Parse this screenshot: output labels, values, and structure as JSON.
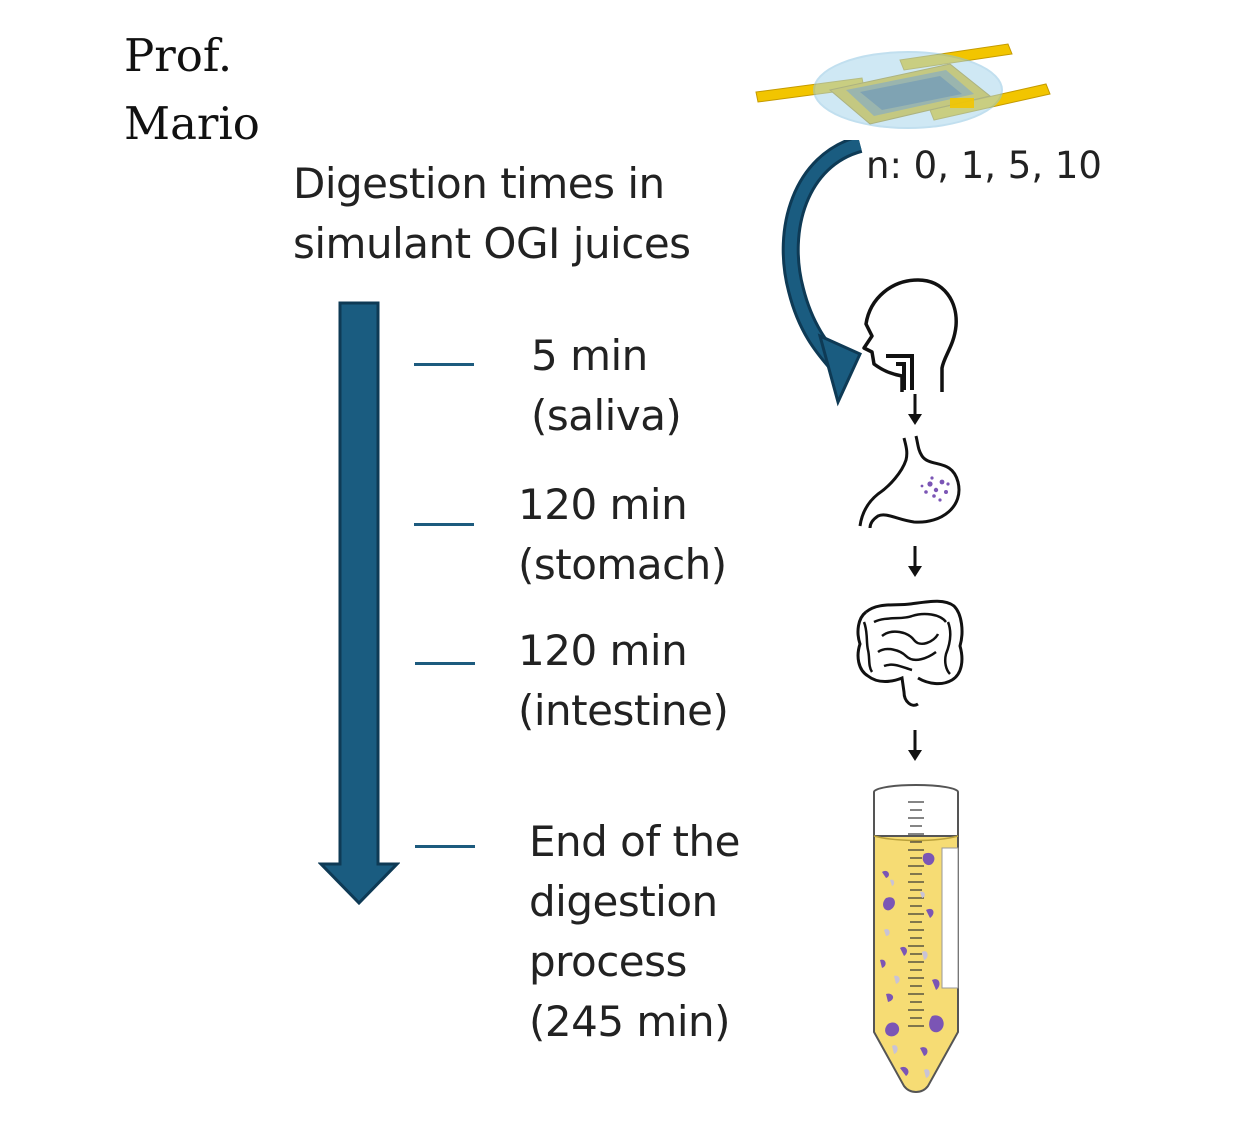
{
  "author": {
    "line1": "Prof.",
    "line2": "Mario"
  },
  "diagram": {
    "title_line1": "Digestion times in",
    "title_line2": "simulant OGI juices",
    "cycles_label": "n: 0, 1, 5, 10",
    "stages": [
      {
        "line1": "5 min",
        "line2": "(saliva)"
      },
      {
        "line1": "120 min",
        "line2": "(stomach)"
      },
      {
        "line1": "120 min",
        "line2": "(intestine)"
      },
      {
        "line1": "End of the",
        "line2": "digestion",
        "line3": "process",
        "line4": "(245 min)"
      }
    ],
    "colors": {
      "arrow": "#1a5c80",
      "arrow_dark": "#0e3a55",
      "tick": "#1d5b7e",
      "sensor_strip": "#f2c500",
      "sensor_halo": "#a9d6ec",
      "tube_liquid": "#f6dc74",
      "particles": "#7b55b5"
    },
    "icons": [
      "sensor-device-icon",
      "curved-arrow-icon",
      "head-mouth-icon",
      "stomach-icon",
      "intestine-icon",
      "falcon-tube-icon",
      "down-arrow-icon"
    ]
  }
}
